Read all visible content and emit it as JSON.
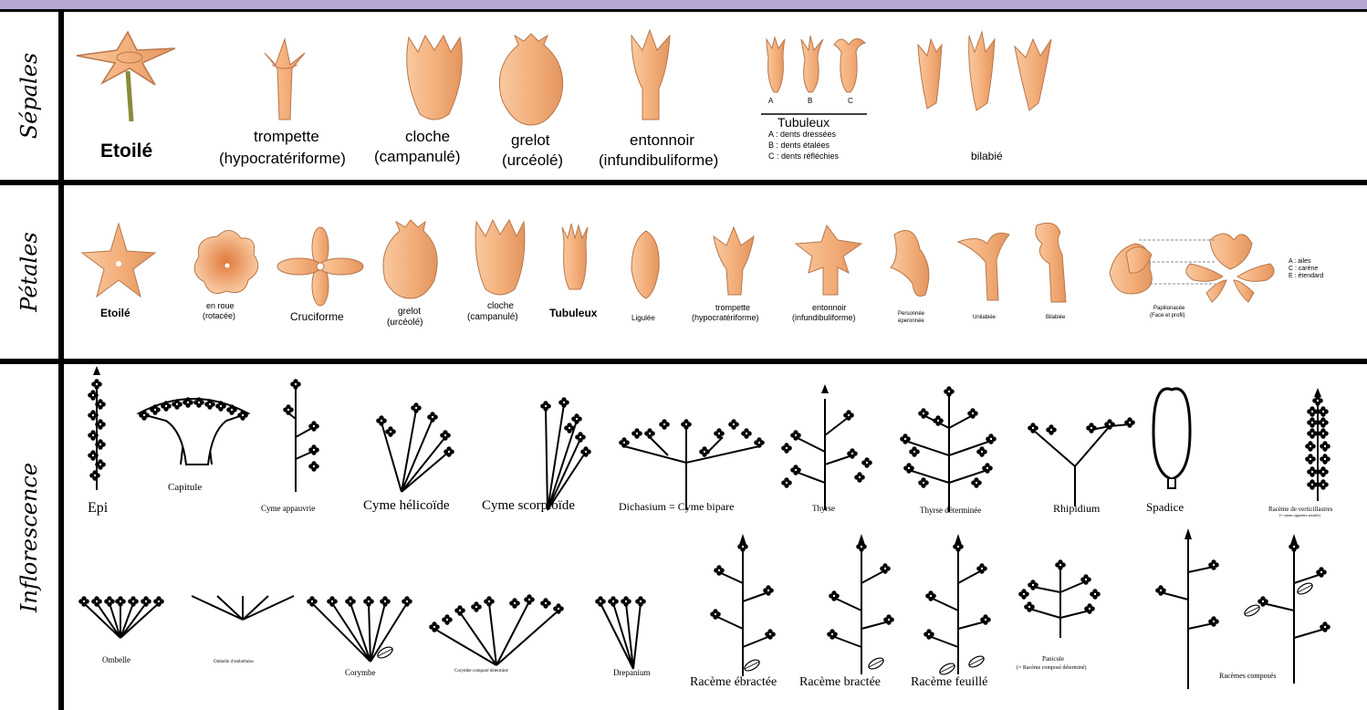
{
  "rows": {
    "sepales": {
      "label": "Sépales",
      "items": {
        "etoile": "Etoilé",
        "trompette": "trompette",
        "trompette_sub": "(hypocratériforme)",
        "cloche": "cloche",
        "cloche_sub": "(campanulé)",
        "grelot": "grelot",
        "grelot_sub": "(urcéolé)",
        "entonnoir": "entonnoir",
        "entonnoir_sub": "(infundibuliforme)",
        "tubuleux": "Tubuleux",
        "tub_a": "A",
        "tub_b": "B",
        "tub_c": "C",
        "tub_note_a": "A : dents dressées",
        "tub_note_b": "B : dents étalées",
        "tub_note_c": "C : dents réfléchies",
        "bilabie": "bilabié"
      }
    },
    "petales": {
      "label": "Pétales",
      "items": {
        "etoile": "Etoilé",
        "enroue": "en roue",
        "enroue_sub": "(rotacée)",
        "cruciforme": "Cruciforme",
        "grelot": "grelot",
        "grelot_sub": "(urcéolé)",
        "cloche": "cloche",
        "cloche_sub": "(campanulé)",
        "tubuleux": "Tubuleux",
        "ligulee": "Ligulée",
        "trompette": "trompette",
        "trompette_sub": "(hypocratériforme)",
        "entonnoir": "entonnoir",
        "entonnoir_sub": "(infundibuliforme)",
        "personnee": "Personnée",
        "personnee_sub": "éperonnée",
        "unilabiee": "Unilabiée",
        "bilabiee": "Bilabiée",
        "papilio": "Papilionacée",
        "papilio_sub": "(Face et profil)",
        "papilio_a": "A : ailes",
        "papilio_c": "C : carène",
        "papilio_e": "E : étendard"
      }
    },
    "inflorescence": {
      "label": "Inflorescence",
      "items": {
        "epi": "Epi",
        "capitule": "Capitule",
        "cyme_appauvrie": "Cyme appauvrie",
        "cyme_helicoide": "Cyme hélicoïde",
        "cyme_scorpioide": "Cyme scorpioïde",
        "dichasium": "Dichasium = Cyme bipare",
        "thyrse": "Thyrse",
        "thyrse_det": "Thyrse déterminée",
        "rhipidium": "Rhipidium",
        "spadice": "Spadice",
        "raceme_vert": "Racème de verticillastres",
        "raceme_vert_sub": "(= cymes opposées sessiles)",
        "ombelle": "Ombelle",
        "ombelle_omb": "Ombelle d'ombellules",
        "corymbe": "Corymbe",
        "corymbe_comp": "Corymbe composé déterminé",
        "drepanium": "Drepanium",
        "raceme_ebractee": "Racème ébractée",
        "raceme_bractee": "Racème bractée",
        "raceme_feuille": "Racème feuillé",
        "panicule": "Panicule",
        "panicule_sub": "(= Racème composé déterminé)",
        "racemes_composes": "Racèmes composés"
      }
    }
  },
  "colors": {
    "band": "#b8a7d2",
    "petal_fill": "#f3b07e",
    "petal_stroke": "#b8764a",
    "stem": "#8a8a3a"
  }
}
